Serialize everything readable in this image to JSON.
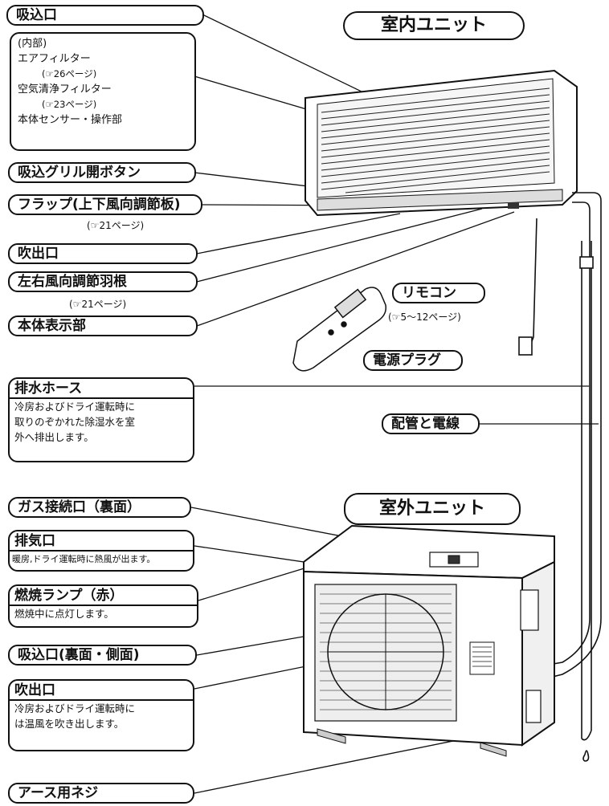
{
  "titles": {
    "indoor": "室内ユニット",
    "outdoor": "室外ユニット"
  },
  "labels": {
    "intake": "吸込口",
    "grille_button": "吸込グリル開ボタン",
    "flap": "フラップ(上下風向調節板)",
    "flap_ref": "(☞21ページ)",
    "outlet": "吹出口",
    "louver": "左右風向調節羽根",
    "louver_ref": "(☞21ページ)",
    "display": "本体表示部",
    "remote": "リモコン",
    "remote_ref": "(☞5～12ページ)",
    "plug": "電源プラグ",
    "pipe": "配管と電線",
    "gas_port": "ガス接続口（裏面）",
    "rear_intake": "吸込口(裏面・側面)",
    "earth_screw": "アース用ネジ"
  },
  "inner_box": {
    "line1": "(内部)",
    "line2": "エアフィルター",
    "line3": "(☞26ページ)",
    "line4": "空気清浄フィルター",
    "line5": "(☞23ページ)",
    "line6": "本体センサー・操作部"
  },
  "drain": {
    "title": "排水ホース",
    "l1": "冷房およびドライ運転時に",
    "l2": "取りのぞかれた除湿水を室",
    "l3": "外へ排出します。"
  },
  "exhaust": {
    "title": "排気口",
    "l1": "暖房,ドライ運転時に熱風が出ます。"
  },
  "lamp": {
    "title": "燃焼ランプ（赤）",
    "l1": "燃焼中に点灯します。"
  },
  "outdoor_outlet": {
    "title": "吹出口",
    "l1": "冷房およびドライ運転時に",
    "l2": "は温風を吹き出します。"
  }
}
